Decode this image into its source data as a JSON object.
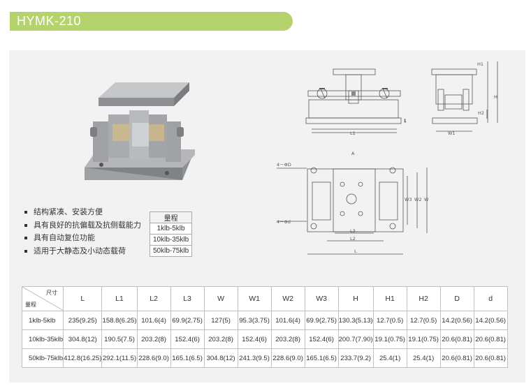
{
  "title": "HYMK-210",
  "features": [
    "结构紧凑、安装方便",
    "具有良好的抗偏载及抗侧载能力",
    "具有自动复位功能",
    "适用于大静态及小动态载荷"
  ],
  "range_table": {
    "header": "量程",
    "rows": [
      "1klb-5klb",
      "10klb-35klb",
      "50klb-75klb"
    ]
  },
  "drawing_labels": {
    "h1": "H1",
    "h": "H",
    "l": "L",
    "h2": "H2",
    "l1": "L1",
    "w1": "W1",
    "a": "A",
    "hole_big": "4－ΦD",
    "hole_small": "4－Φd",
    "w3": "W3",
    "w2": "W2",
    "w": "W",
    "l3": "L3",
    "l2": "L2",
    "l_bottom": "L"
  },
  "spec_table": {
    "corner_top": "尺寸",
    "corner_bottom": "量程",
    "columns": [
      "L",
      "L1",
      "L2",
      "L3",
      "W",
      "W1",
      "W2",
      "W3",
      "H",
      "H1",
      "H2",
      "D",
      "d"
    ],
    "rows": [
      {
        "label": "1klb-5klb",
        "values": [
          "235(9.25)",
          "158.8(6.25)",
          "101.6(4)",
          "69.9(2.75)",
          "127(5)",
          "95.3(3.75)",
          "101.6(4)",
          "69.9(2.75)",
          "130.3(5.13)",
          "12.7(0.5)",
          "12.7(0.5)",
          "14.2(0.56)",
          "14.2(0.56)"
        ]
      },
      {
        "label": "10klb-35klb",
        "values": [
          "304.8(12)",
          "190.5(7.5)",
          "203.2(8)",
          "152.4(6)",
          "203.2(8)",
          "152.4(6)",
          "203.2(8)",
          "152.4(6)",
          "200.7(7.90)",
          "19.1(0.75)",
          "19.1(0.75)",
          "20.6(0.81)",
          "20.6(0.81)"
        ]
      },
      {
        "label": "50klb-75klb",
        "values": [
          "412.8(16.25)",
          "292.1(11.5)",
          "228.6(9.0)",
          "165.1(6.5)",
          "304.8(12)",
          "241.3(9.5)",
          "228.6(9.0)",
          "165.1(6.5)",
          "233.7(9.2)",
          "25.4(1)",
          "25.4(1)",
          "20.6(0.81)",
          "20.6(0.81)"
        ]
      }
    ]
  },
  "colors": {
    "accent": "#b5d36c",
    "panel": "#f2f2f2",
    "metal": "#a8aaad"
  }
}
